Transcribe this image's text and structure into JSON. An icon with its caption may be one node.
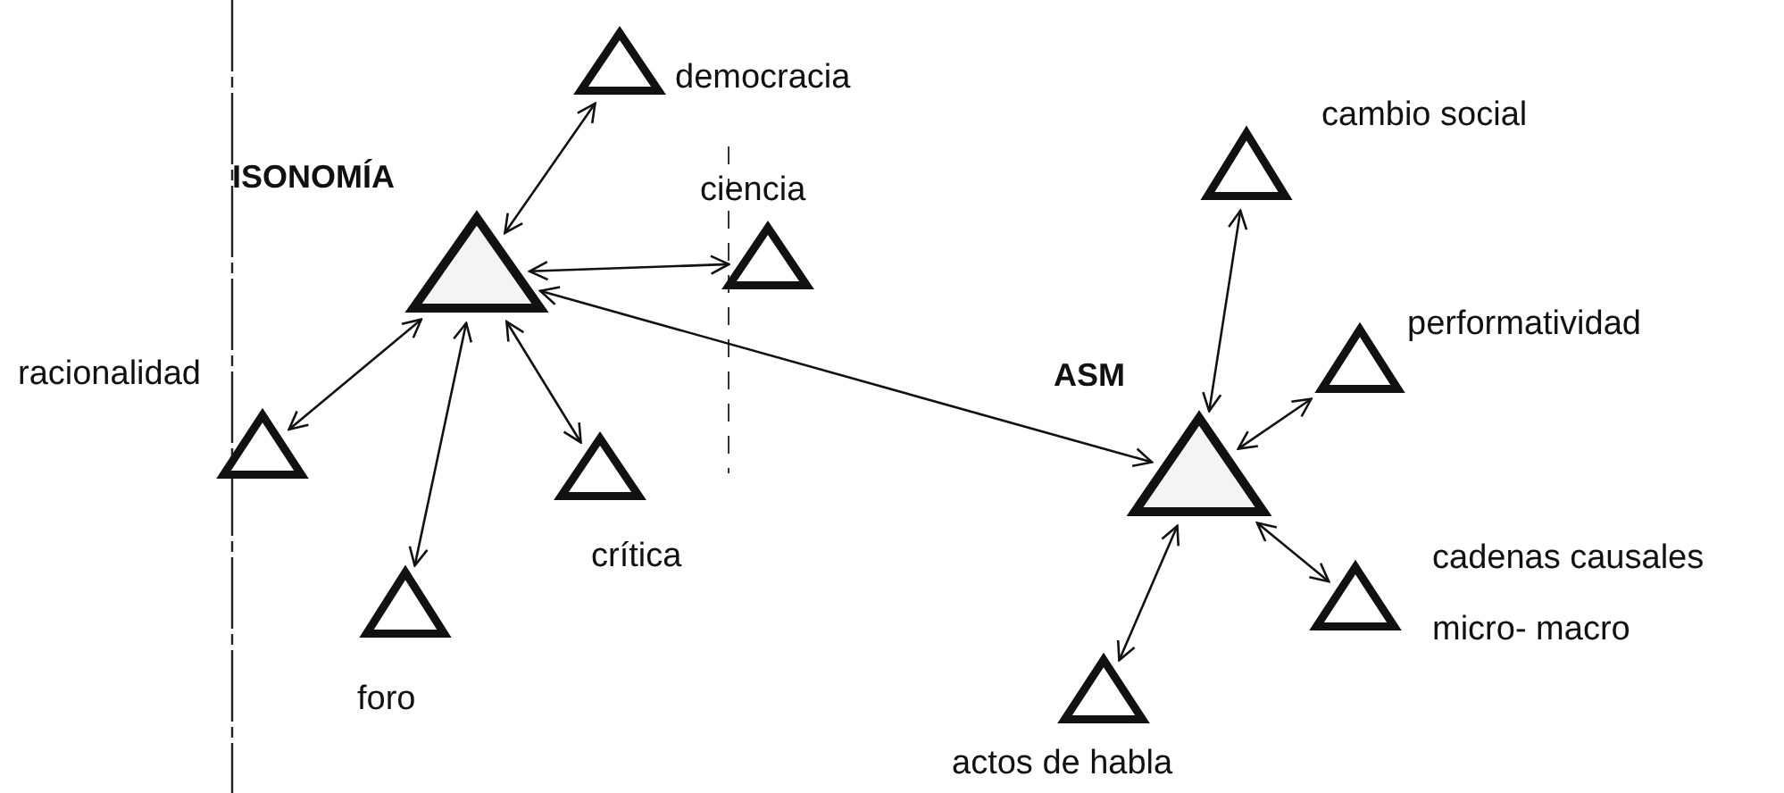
{
  "diagram": {
    "nodes": [
      {
        "text": [
          "democracia"
        ]
      },
      {
        "text": [
          "ISONOMÍA"
        ]
      },
      {
        "text": [
          "ciencia"
        ]
      },
      {
        "text": [
          "cambio social"
        ]
      },
      {
        "text": [
          "racionalidad"
        ]
      },
      {
        "text": [
          "performatividad"
        ]
      },
      {
        "text": [
          "ASM"
        ]
      },
      {
        "text": [
          "crítica"
        ]
      },
      {
        "text": [
          "cadenas causales micro- macro"
        ]
      },
      {
        "text": [
          "foro"
        ]
      },
      {
        "text": [
          "actos de habla"
        ]
      }
    ],
    "edges": [
      {
        "from": 1,
        "to": 0,
        "arrow": "both"
      },
      {
        "from": 1,
        "to": 2,
        "arrow": "both"
      },
      {
        "from": 1,
        "to": 4,
        "arrow": "both"
      },
      {
        "from": 1,
        "to": 9,
        "arrow": "both"
      },
      {
        "from": 1,
        "to": 7,
        "arrow": "both"
      },
      {
        "from": 1,
        "to": 6,
        "arrow": "both"
      },
      {
        "from": 6,
        "to": 3,
        "arrow": "both"
      },
      {
        "from": 6,
        "to": 5,
        "arrow": "both"
      },
      {
        "from": 6,
        "to": 8,
        "arrow": "both"
      },
      {
        "from": 6,
        "to": 10,
        "arrow": "both"
      }
    ]
  }
}
